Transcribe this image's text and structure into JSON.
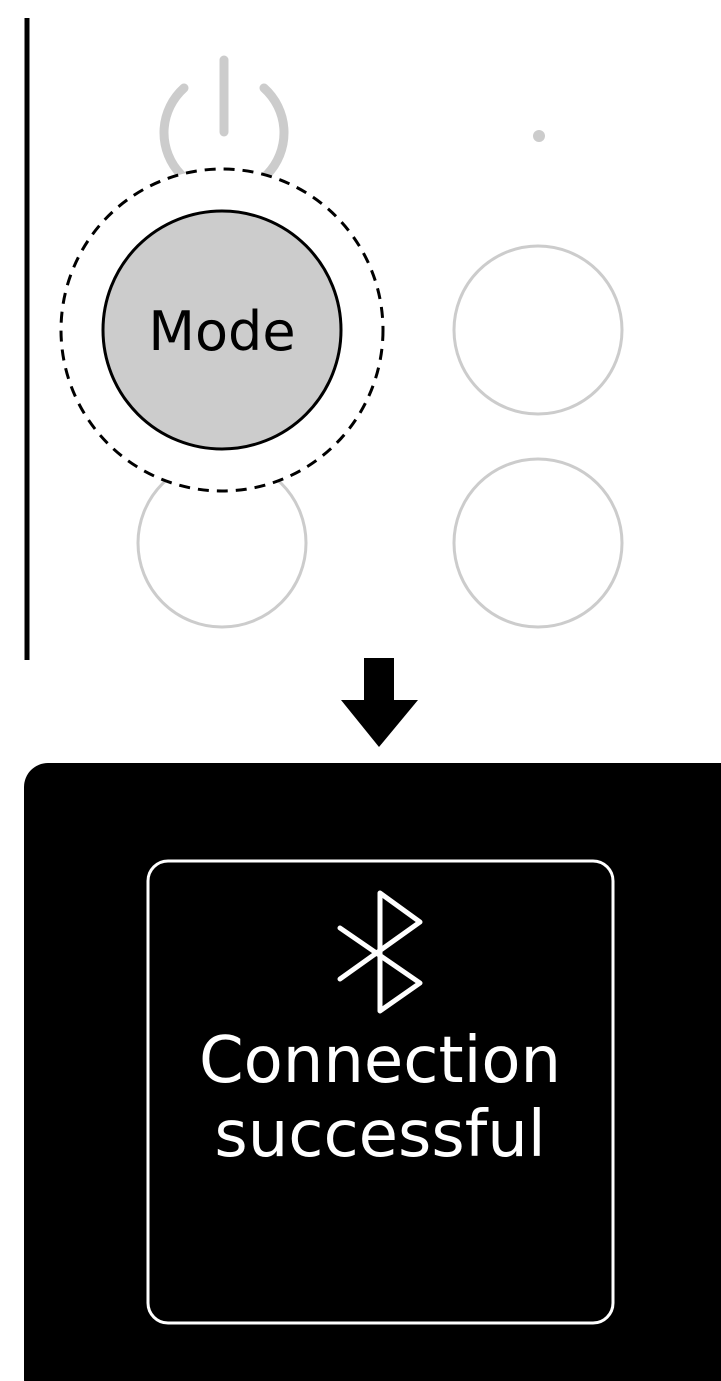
{
  "remote": {
    "mode_button_label": "Mode",
    "power_icon": "power-icon",
    "indicator": "indicator-dot"
  },
  "screen": {
    "icon": "bluetooth-icon",
    "message_line1": "Connection",
    "message_line2": "successful"
  },
  "transition": {
    "icon": "arrow-down-icon"
  },
  "colors": {
    "button_outline": "#cccccc",
    "mode_fill": "#cccccc",
    "screen_bg": "#000000",
    "screen_fg": "#ffffff"
  }
}
